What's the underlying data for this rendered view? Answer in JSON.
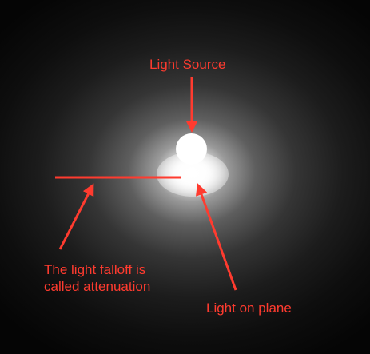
{
  "labels": {
    "light_source": "Light Source",
    "falloff_line1": "The light falloff is",
    "falloff_line2": "called attenuation",
    "light_on_plane": "Light on plane"
  },
  "colors": {
    "annotation": "#ff3b2f",
    "background": "#000000",
    "light": "#ffffff"
  },
  "icons": {
    "light_source": "white-sphere",
    "arrows": "red-arrow"
  }
}
